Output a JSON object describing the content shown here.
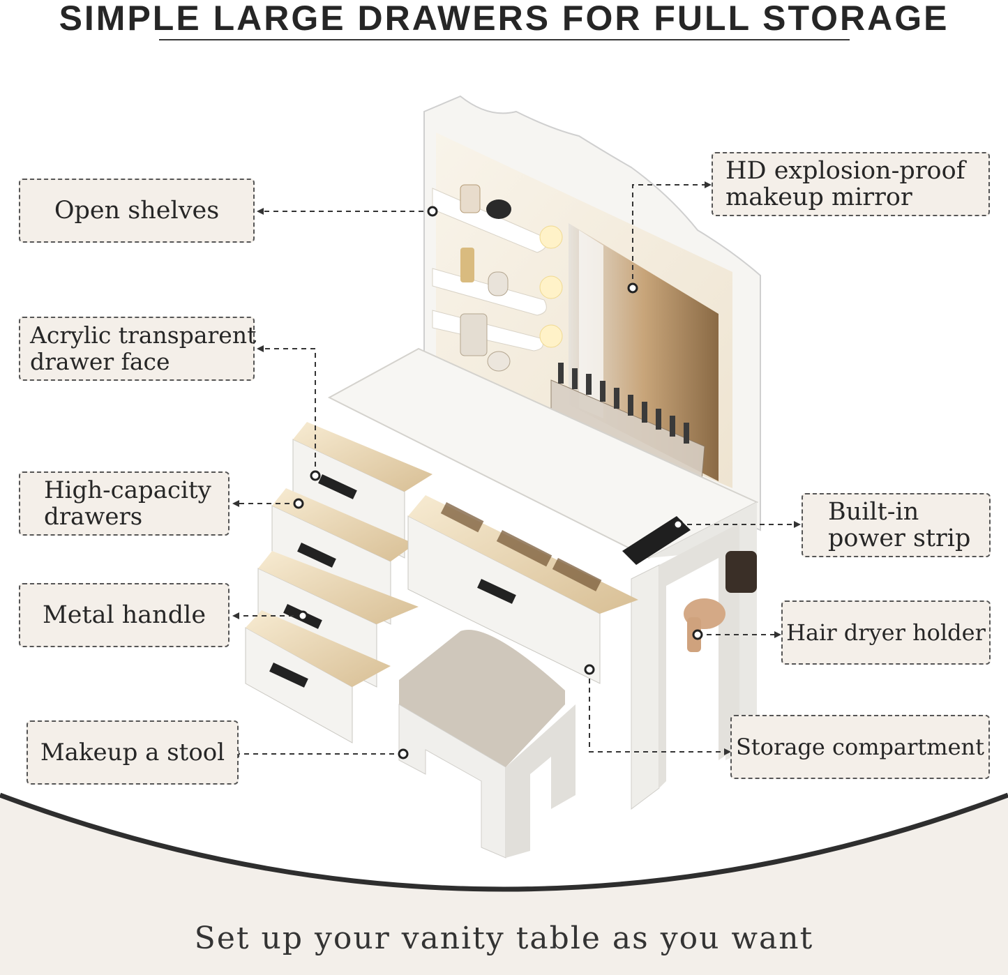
{
  "header": {
    "title": "SIMPLE LARGE DRAWERS FOR FULL STORAGE"
  },
  "callouts": {
    "open_shelves": "Open shelves",
    "acrylic_line1": "Acrylic transparent",
    "acrylic_line2": "drawer face",
    "capacity_line1": "High-capacity",
    "capacity_line2": "drawers",
    "metal_handle": "Metal handle",
    "stool": "Makeup a stool",
    "mirror_line1": "HD explosion-proof",
    "mirror_line2": "makeup mirror",
    "power_line1": "Built-in",
    "power_line2": "power strip",
    "hair_dryer": "Hair dryer holder",
    "storage": "Storage compartment"
  },
  "footer": {
    "tagline": "Set up your vanity table as you want"
  },
  "colors": {
    "label_bg": "#f4efe9",
    "furniture": "#f2f1ee",
    "accent": "#d9b98a",
    "text": "#262626"
  }
}
